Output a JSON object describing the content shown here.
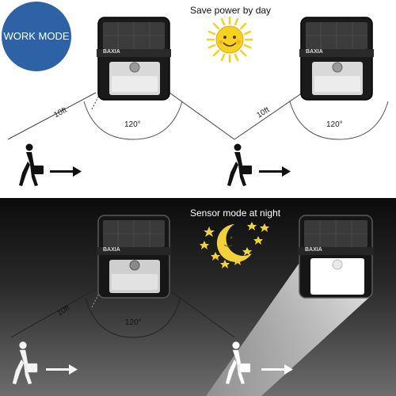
{
  "work_mode_badge": "WORK MODE",
  "day": {
    "caption": "Save power by day",
    "scenes": [
      {
        "distance_label": "10ft",
        "angle_label": "120°",
        "brand": "BAXIA"
      },
      {
        "distance_label": "10ft",
        "angle_label": "120°",
        "brand": "BAXIA"
      }
    ]
  },
  "night": {
    "caption": "Sensor mode at night",
    "scenes": [
      {
        "distance_label": "10ft",
        "angle_label": "120°",
        "brand": "BAXIA"
      },
      {
        "brand": "BAXIA"
      }
    ]
  },
  "colors": {
    "badge": "#2e62a6",
    "sun": "#f4d21f",
    "moon": "#f2d23a",
    "night_top": "#0b0b0b",
    "night_bottom": "#6d6d6d",
    "light_beam": "#ffffff"
  },
  "icons": [
    "sun-icon",
    "moon-stars-icon",
    "walking-person-icon",
    "arrow-right-icon",
    "solar-light-icon"
  ]
}
